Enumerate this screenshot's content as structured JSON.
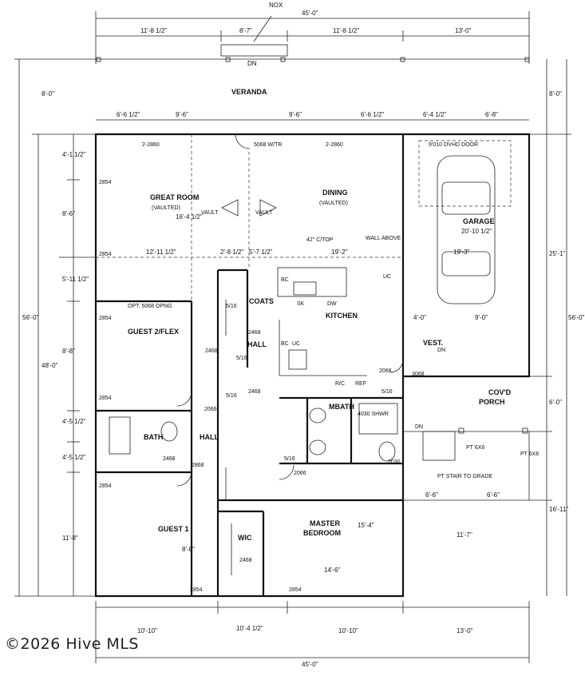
{
  "watermark": "©2026 Hive MLS",
  "top_labels": {
    "nox": "NOX",
    "overall_width_top": "45'-0\"",
    "segments": [
      "11'-8 1/2\"",
      "8'-7\"",
      "11'-8 1/2\"",
      "13'-0\""
    ],
    "veranda_segments": [
      "6'-6 1/2\"",
      "9'-6\"",
      "9'-6\"",
      "6'-6 1/2\"",
      "6'-4 1/2\"",
      "6'-8\""
    ]
  },
  "bottom_labels": {
    "segments": [
      "10'-10\"",
      "10'-4 1/2\"",
      "10'-10\"",
      "13'-0\""
    ],
    "overall_width_bottom": "45'-0\""
  },
  "left_dims": {
    "outer_depth": "56'-0\"",
    "house_depth": "48'-0\"",
    "veranda_depth": "8'-0\"",
    "segments": [
      "4'-1 1/2\"",
      "8'-6\"",
      "5'-11 1/2\"",
      "8'-8\"",
      "4'-5 1/2\"",
      "4'-5 1/2\"",
      "11'-8\""
    ]
  },
  "right_dims": {
    "outer_depth": "56'-0\"",
    "veranda_depth": "8'-0\"",
    "garage_depth": "25'-1\"",
    "porch_depth": "6'-0\"",
    "rear_depth": "16'-11\"",
    "porch_segments": [
      "6'-6\"",
      "6'-6\""
    ],
    "rear_inner": "11'-7\""
  },
  "rooms": {
    "veranda": "VERANDA",
    "great_room": "GREAT ROOM",
    "great_room_sub": "(VAULTED)",
    "great_room_dim": "16'-4 1/2\"",
    "dining": "DINING",
    "dining_sub": "(VAULTED)",
    "garage": "GARAGE",
    "garage_dim": "20'-10 1/2\"",
    "garage_dim2": "19'-3\"",
    "kitchen": "KITCHEN",
    "guest2": "GUEST 2/FLEX",
    "bath": "BATH",
    "hall": "HALL",
    "mbath": "MBATH",
    "master": "MASTER",
    "master_sub": "BEDROOM",
    "master_dim": "15'-4\"",
    "master_dim2": "14'-6\"",
    "guest1": "GUEST 1",
    "guest1_dim": "8'-8\"",
    "vest": "VEST.",
    "porch": "COV'D",
    "porch_sub": "PORCH",
    "coats": "COATS",
    "wic": "WIC"
  },
  "notes": {
    "vault_left": "VAULT",
    "vault_right": "VAULT",
    "door_top": "5068 W/TR",
    "garage_door": "9'010 OVHD DOOR",
    "window_left": "2-2860",
    "window_right": "2-2860",
    "wall_above": "WALL ABOVE",
    "counter": "42\" C/TOP",
    "opening": "OPT. 5068 OPNG",
    "great_width": "12'-11 1/2\"",
    "mid_a": "2'-8 1/2\"",
    "mid_b": "5'-7 1/2\"",
    "kitchen_width": "19'-2\"",
    "stair": "PT STAIR TO GRADE",
    "post_a": "PT 6X6",
    "post_b": "PT 6X6",
    "dn_a": "DN",
    "dn_b": "DN",
    "dn_c": "DN",
    "shower": "4030 SHWR",
    "closets": [
      "5/16",
      "5/16",
      "5/16",
      "5/16",
      "5/16"
    ],
    "doors": [
      "2468",
      "2468",
      "2468",
      "2468",
      "2468",
      "2068",
      "2868",
      "2066",
      "2030",
      "3068",
      "2066",
      "2854",
      "2854",
      "2854",
      "2854",
      "2854",
      "2854",
      "2854"
    ],
    "appliances": [
      "BC",
      "UC",
      "BC",
      "UC",
      "SK",
      "DW",
      "REF",
      "R/C",
      "6'-6\"",
      "4'-0\"",
      "9'-0\""
    ]
  }
}
